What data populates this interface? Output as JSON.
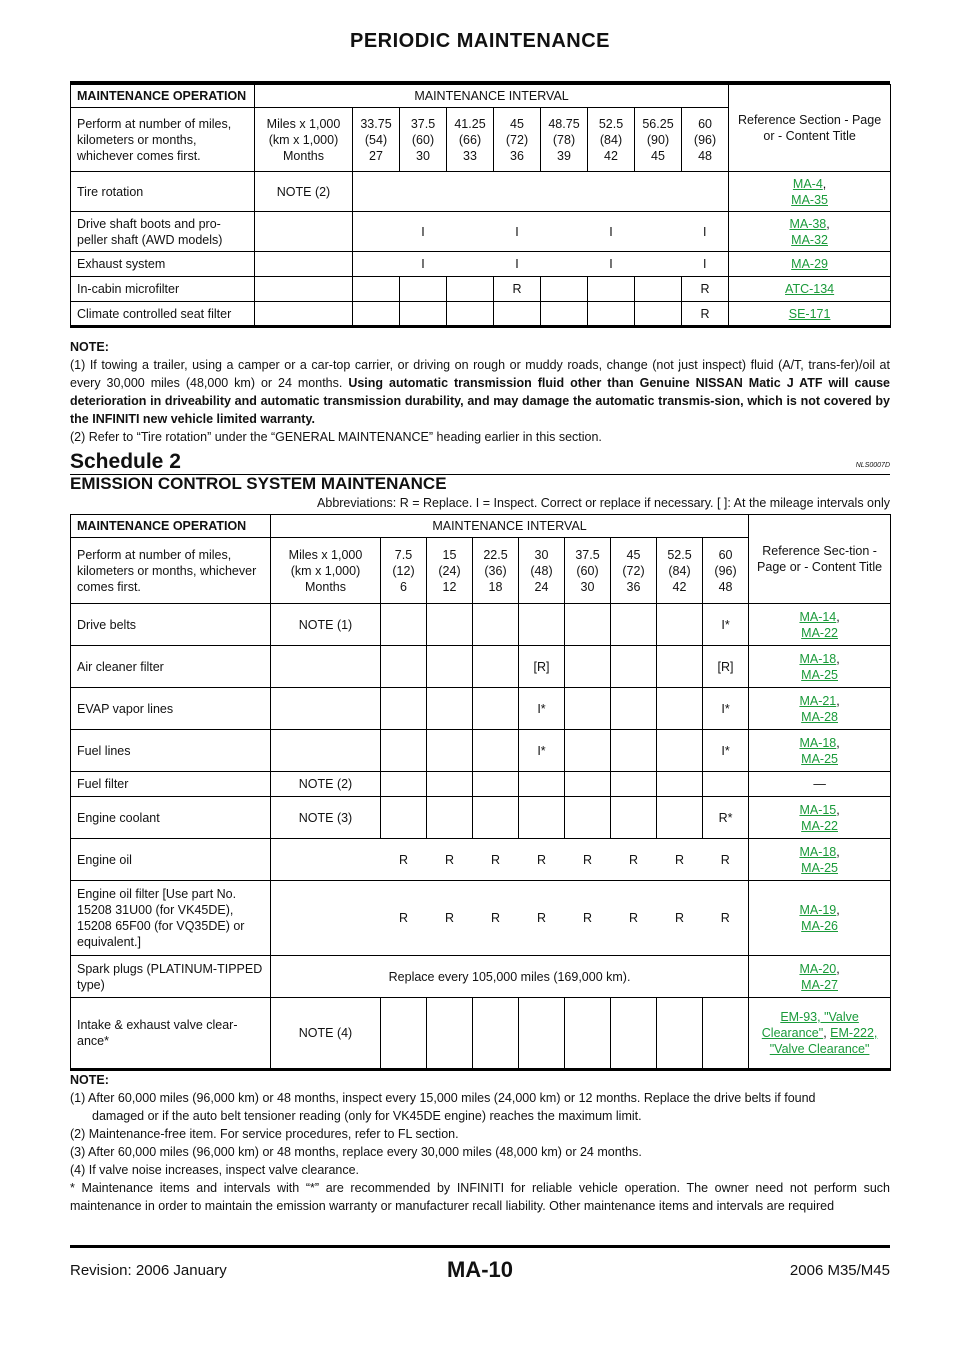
{
  "header": {
    "title": "PERIODIC MAINTENANCE"
  },
  "table1": {
    "header": {
      "operation": "MAINTENANCE OPERATION",
      "interval": "MAINTENANCE INTERVAL",
      "reference": "Reference Section - Page or - Content Title",
      "perform": "Perform at number of miles, kilometers or months, whichever comes first.",
      "units_miles": "Miles x 1,000",
      "units_km": "(km x 1,000)",
      "units_months": "Months",
      "columns": [
        {
          "miles": "33.75",
          "km": "(54)",
          "months": "27"
        },
        {
          "miles": "37.5",
          "km": "(60)",
          "months": "30"
        },
        {
          "miles": "41.25",
          "km": "(66)",
          "months": "33"
        },
        {
          "miles": "45",
          "km": "(72)",
          "months": "36"
        },
        {
          "miles": "48.75",
          "km": "(78)",
          "months": "39"
        },
        {
          "miles": "52.5",
          "km": "(84)",
          "months": "42"
        },
        {
          "miles": "56.25",
          "km": "(90)",
          "months": "45"
        },
        {
          "miles": "60",
          "km": "(96)",
          "months": "48"
        }
      ]
    },
    "rows": [
      {
        "item": "Tire rotation",
        "note": "NOTE (2)",
        "ref1": "MA-4",
        "ref2": "MA-35"
      },
      {
        "item": "Drive shaft boots and pro-peller shaft (AWD models)",
        "c": [
          "I",
          "I",
          "I",
          "I"
        ],
        "ref1": "MA-38",
        "ref2": "MA-32"
      },
      {
        "item": "Exhaust system",
        "c": [
          "I",
          "I",
          "I",
          "I"
        ],
        "ref1": "MA-29"
      },
      {
        "item": "In-cabin microfilter",
        "c": [
          "R",
          "R"
        ],
        "ref1": "ATC-134"
      },
      {
        "item": "Climate controlled seat filter",
        "c": [
          "R"
        ],
        "ref1": "SE-171"
      }
    ]
  },
  "notes1": {
    "label": "NOTE:",
    "n1a": "(1) If towing a trailer, using a camper or a car-top carrier, or driving on rough or muddy roads, change (not just inspect) fluid (A/T, trans-fer)/oil at every 30,000 miles (48,000 km) or 24 months.",
    "n1b": "Using automatic transmission fluid other than Genuine NISSAN Matic J ATF will cause deterioration in driveability and automatic transmission durability, and may damage the automatic transmis-sion, which is not covered by the INFINITI new vehicle limited warranty.",
    "n2": "(2) Refer to “Tire rotation” under the “GENERAL MAINTENANCE” heading earlier in this section."
  },
  "schedule": {
    "title": "Schedule 2",
    "code": "NLS0007D",
    "section": "EMISSION CONTROL SYSTEM MAINTENANCE",
    "abbrev": "Abbreviations: R = Replace. I = Inspect. Correct or replace if necessary. [ ]: At the mileage intervals only"
  },
  "table2": {
    "header": {
      "operation": "MAINTENANCE OPERATION",
      "interval": "MAINTENANCE INTERVAL",
      "reference": "Reference Sec-tion - Page or - Content Title",
      "perform": "Perform at number of miles, kilometers or months, whichever comes first.",
      "units_miles": "Miles x 1,000",
      "units_km": "(km x 1,000)",
      "units_months": "Months",
      "columns": [
        {
          "miles": "7.5",
          "km": "(12)",
          "months": "6"
        },
        {
          "miles": "15",
          "km": "(24)",
          "months": "12"
        },
        {
          "miles": "22.5",
          "km": "(36)",
          "months": "18"
        },
        {
          "miles": "30",
          "km": "(48)",
          "months": "24"
        },
        {
          "miles": "37.5",
          "km": "(60)",
          "months": "30"
        },
        {
          "miles": "45",
          "km": "(72)",
          "months": "36"
        },
        {
          "miles": "52.5",
          "km": "(84)",
          "months": "42"
        },
        {
          "miles": "60",
          "km": "(96)",
          "months": "48"
        }
      ]
    },
    "rows": [
      {
        "item": "Drive belts",
        "note": "NOTE (1)",
        "v60": "I*",
        "ref1": "MA-14",
        "ref2": "MA-22"
      },
      {
        "item": "Air cleaner filter",
        "v30": "[R]",
        "v60": "[R]",
        "ref1": "MA-18",
        "ref2": "MA-25"
      },
      {
        "item": "EVAP vapor lines",
        "v30": "I*",
        "v60": "I*",
        "ref1": "MA-21",
        "ref2": "MA-28"
      },
      {
        "item": "Fuel lines",
        "v30": "I*",
        "v60": "I*",
        "ref1": "MA-18",
        "ref2": "MA-25"
      },
      {
        "item": "Fuel filter",
        "note": "NOTE (2)",
        "ref": "—"
      },
      {
        "item": "Engine coolant",
        "note": "NOTE (3)",
        "v60": "R*",
        "ref1": "MA-15",
        "ref2": "MA-22"
      },
      {
        "item": "Engine oil",
        "all": "R",
        "ref1": "MA-18",
        "ref2": "MA-25"
      },
      {
        "item": "Engine oil filter [Use part No. 15208 31U00 (for VK45DE), 15208 65F00 (for VQ35DE) or equivalent.]",
        "all": "R",
        "ref1": "MA-19",
        "ref2": "MA-26"
      },
      {
        "item": "Spark plugs (PLATINUM-TIPPED type)",
        "span": "Replace every 105,000 miles (169,000 km).",
        "ref1": "MA-20",
        "ref2": "MA-27"
      },
      {
        "item": "Intake & exhaust valve clear-ance*",
        "note": "NOTE (4)",
        "ref1": "EM-93, \"Valve Clearance\"",
        "ref2": "EM-222, \"Valve Clearance\""
      }
    ]
  },
  "notes2": {
    "label": "NOTE:",
    "n1": "(1) After 60,000 miles (96,000 km) or 48 months, inspect every 15,000 miles (24,000 km) or 12 months. Replace the drive belts if found",
    "n1b": "damaged or if the auto belt tensioner reading (only for VK45DE engine) reaches the maximum limit.",
    "n2": "(2) Maintenance-free item. For service procedures, refer to FL section.",
    "n3": "(3) After 60,000 miles (96,000 km) or 48 months, replace every 30,000 miles (48,000 km) or 24 months.",
    "n4": "(4) If valve noise increases, inspect valve clearance.",
    "star": "* Maintenance items and intervals with “*” are recommended by INFINITI for reliable vehicle operation. The owner need not perform such maintenance in order to maintain the emission warranty or manufacturer recall liability. Other maintenance items and intervals are required"
  },
  "footer": {
    "page": "MA-10",
    "revision": "Revision: 2006 January",
    "model": "2006 M35/M45"
  },
  "colors": {
    "link": "#1a9a3a"
  }
}
